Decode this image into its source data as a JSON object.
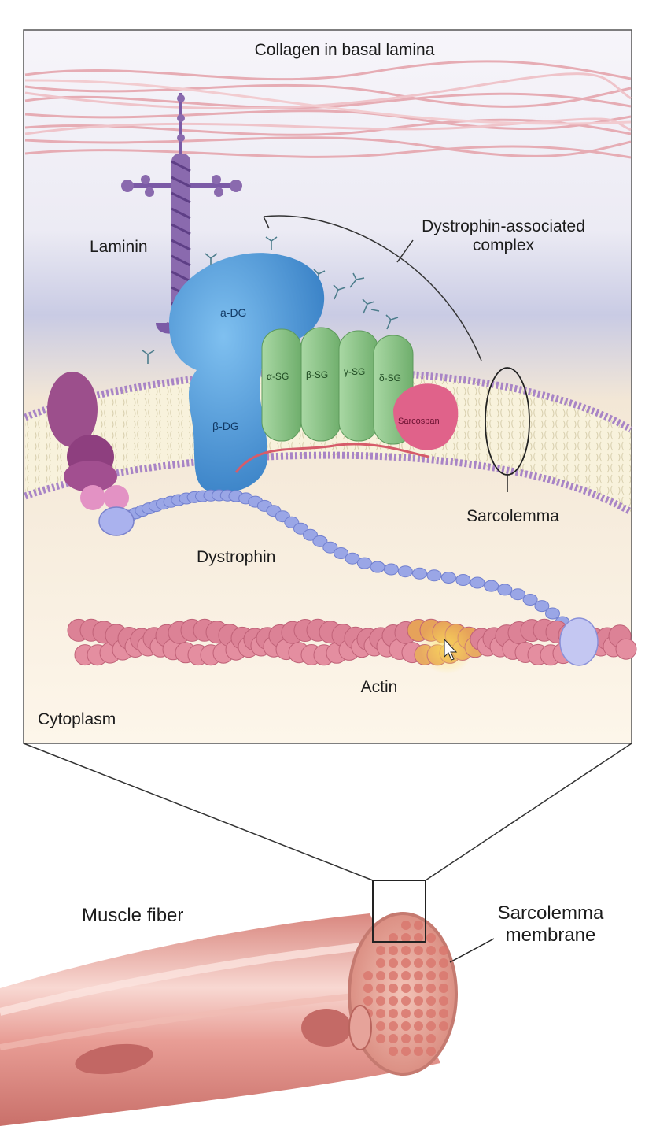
{
  "labels": {
    "collagen": "Collagen in basal lamina",
    "laminin": "Laminin",
    "dac_line1": "Dystrophin-associated",
    "dac_line2": "complex",
    "a_dg": "a-DG",
    "b_dg": "β-DG",
    "alpha_sg": "α-SG",
    "beta_sg": "β-SG",
    "gamma_sg": "γ-SG",
    "delta_sg": "δ-SG",
    "sarcospan": "Sarcospan",
    "sarcolemma": "Sarcolemma",
    "dystrophin": "Dystrophin",
    "actin": "Actin",
    "cytoplasm": "Cytoplasm",
    "muscle_fiber": "Muscle fiber",
    "sarcolemma_membrane_line1": "Sarcolemma",
    "sarcolemma_membrane_line2": "membrane"
  },
  "colors": {
    "collagen": "#e8a0a8",
    "laminin": "#8a6aae",
    "dystroglycan": "#3f8fd0",
    "sarcoglycan": "#8cc48a",
    "sarcospan": "#e0628a",
    "membrane": "#b89acc",
    "dystrophin": "#9aa6e6",
    "actin": "#dc8296",
    "muscle": "#e79a94",
    "cytoplasm": "#fbe8cc"
  }
}
